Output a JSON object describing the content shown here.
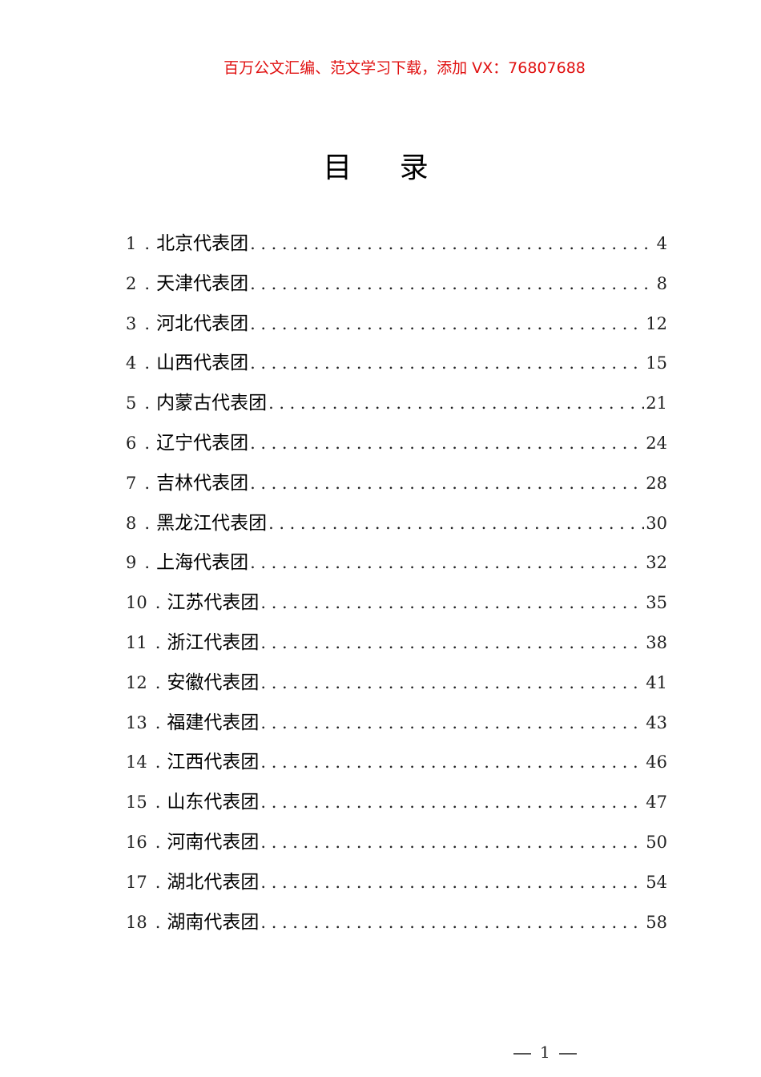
{
  "header_note": {
    "text": "百万公文汇编、范文学习下载，添加 VX：76807688",
    "color": "#e01010"
  },
  "title": "目 录",
  "toc": {
    "separator": ".",
    "items": [
      {
        "num": "1",
        "label": "北京代表团",
        "page": "4"
      },
      {
        "num": "2",
        "label": "天津代表团",
        "page": "8"
      },
      {
        "num": "3",
        "label": "河北代表团",
        "page": "12"
      },
      {
        "num": "4",
        "label": "山西代表团",
        "page": "15"
      },
      {
        "num": "5",
        "label": "内蒙古代表团",
        "page": "21"
      },
      {
        "num": "6",
        "label": "辽宁代表团",
        "page": "24"
      },
      {
        "num": "7",
        "label": "吉林代表团",
        "page": "28"
      },
      {
        "num": "8",
        "label": "黑龙江代表团",
        "page": "30"
      },
      {
        "num": "9",
        "label": "上海代表团",
        "page": "32"
      },
      {
        "num": "10",
        "label": "江苏代表团",
        "page": "35"
      },
      {
        "num": "11",
        "label": "浙江代表团",
        "page": "38"
      },
      {
        "num": "12",
        "label": "安徽代表团",
        "page": "41"
      },
      {
        "num": "13",
        "label": "福建代表团",
        "page": "43"
      },
      {
        "num": "14",
        "label": "江西代表团",
        "page": "46"
      },
      {
        "num": "15",
        "label": "山东代表团",
        "page": "47"
      },
      {
        "num": "16",
        "label": "河南代表团",
        "page": "50"
      },
      {
        "num": "17",
        "label": "湖北代表团",
        "page": "54"
      },
      {
        "num": "18",
        "label": "湖南代表团",
        "page": "58"
      }
    ]
  },
  "footer": {
    "page_number": "1"
  }
}
